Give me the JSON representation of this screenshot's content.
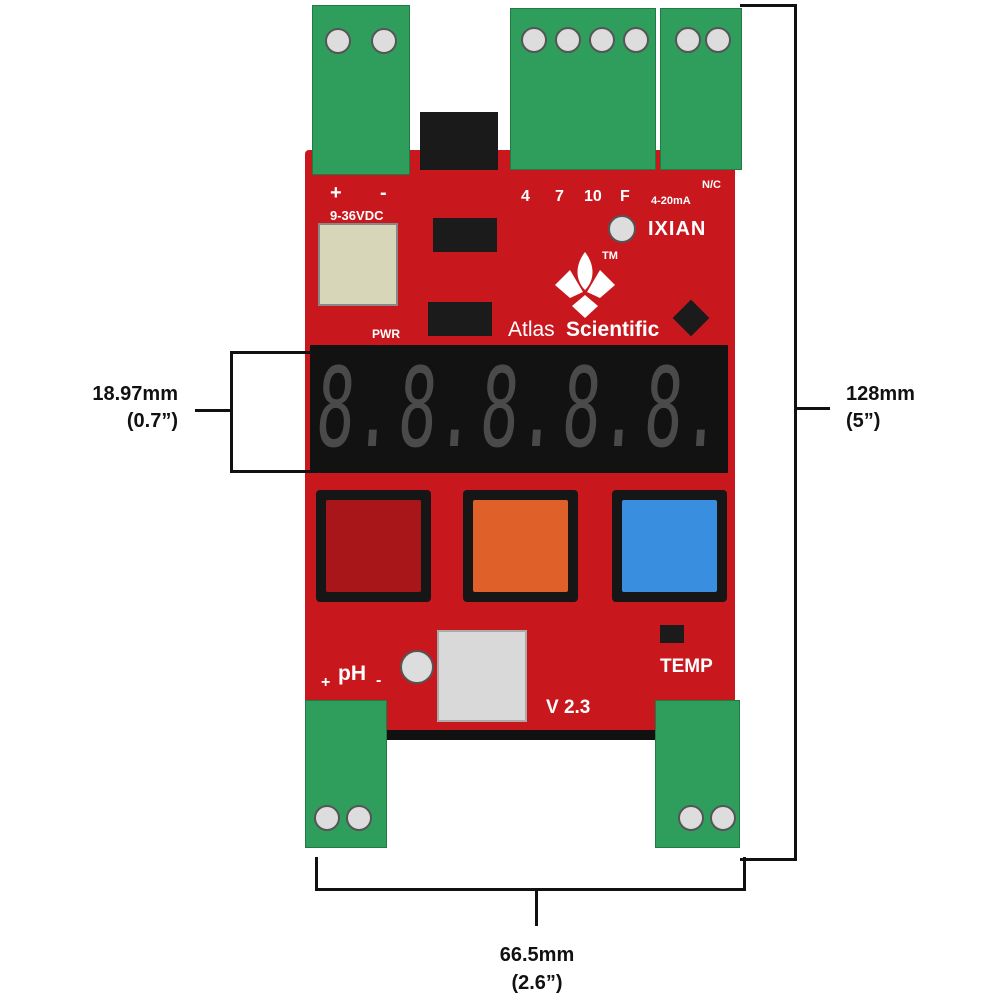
{
  "board": {
    "power_plus": "+",
    "power_minus": "-",
    "power_label": "9-36VDC",
    "pin_labels": [
      "4",
      "7",
      "10",
      "F"
    ],
    "analog_label": "4-20mA",
    "nc_label": "N/C",
    "ixian_logo": "IXIAN",
    "tm": "TM",
    "brand_light": "Atlas",
    "brand_bold": "Scientific",
    "pwr_label": "PWR",
    "display_digits": [
      "8.",
      "8.",
      "8.",
      "8.",
      "8."
    ],
    "buttons": [
      {
        "color": "#a8161a"
      },
      {
        "color": "#e0602a"
      },
      {
        "color": "#3a8ee0"
      }
    ],
    "ph_plus": "+",
    "ph_label": "pH",
    "ph_minus": "-",
    "version": "V 2.3",
    "temp_label": "TEMP",
    "board_color": "#c8181e",
    "terminal_color": "#2f9e5c"
  },
  "dimensions": {
    "height_mm": "128mm",
    "height_in": "(5”)",
    "display_mm": "18.97mm",
    "display_in": "(0.7”)",
    "width_mm": "66.5mm",
    "width_in": "(2.6”)"
  }
}
